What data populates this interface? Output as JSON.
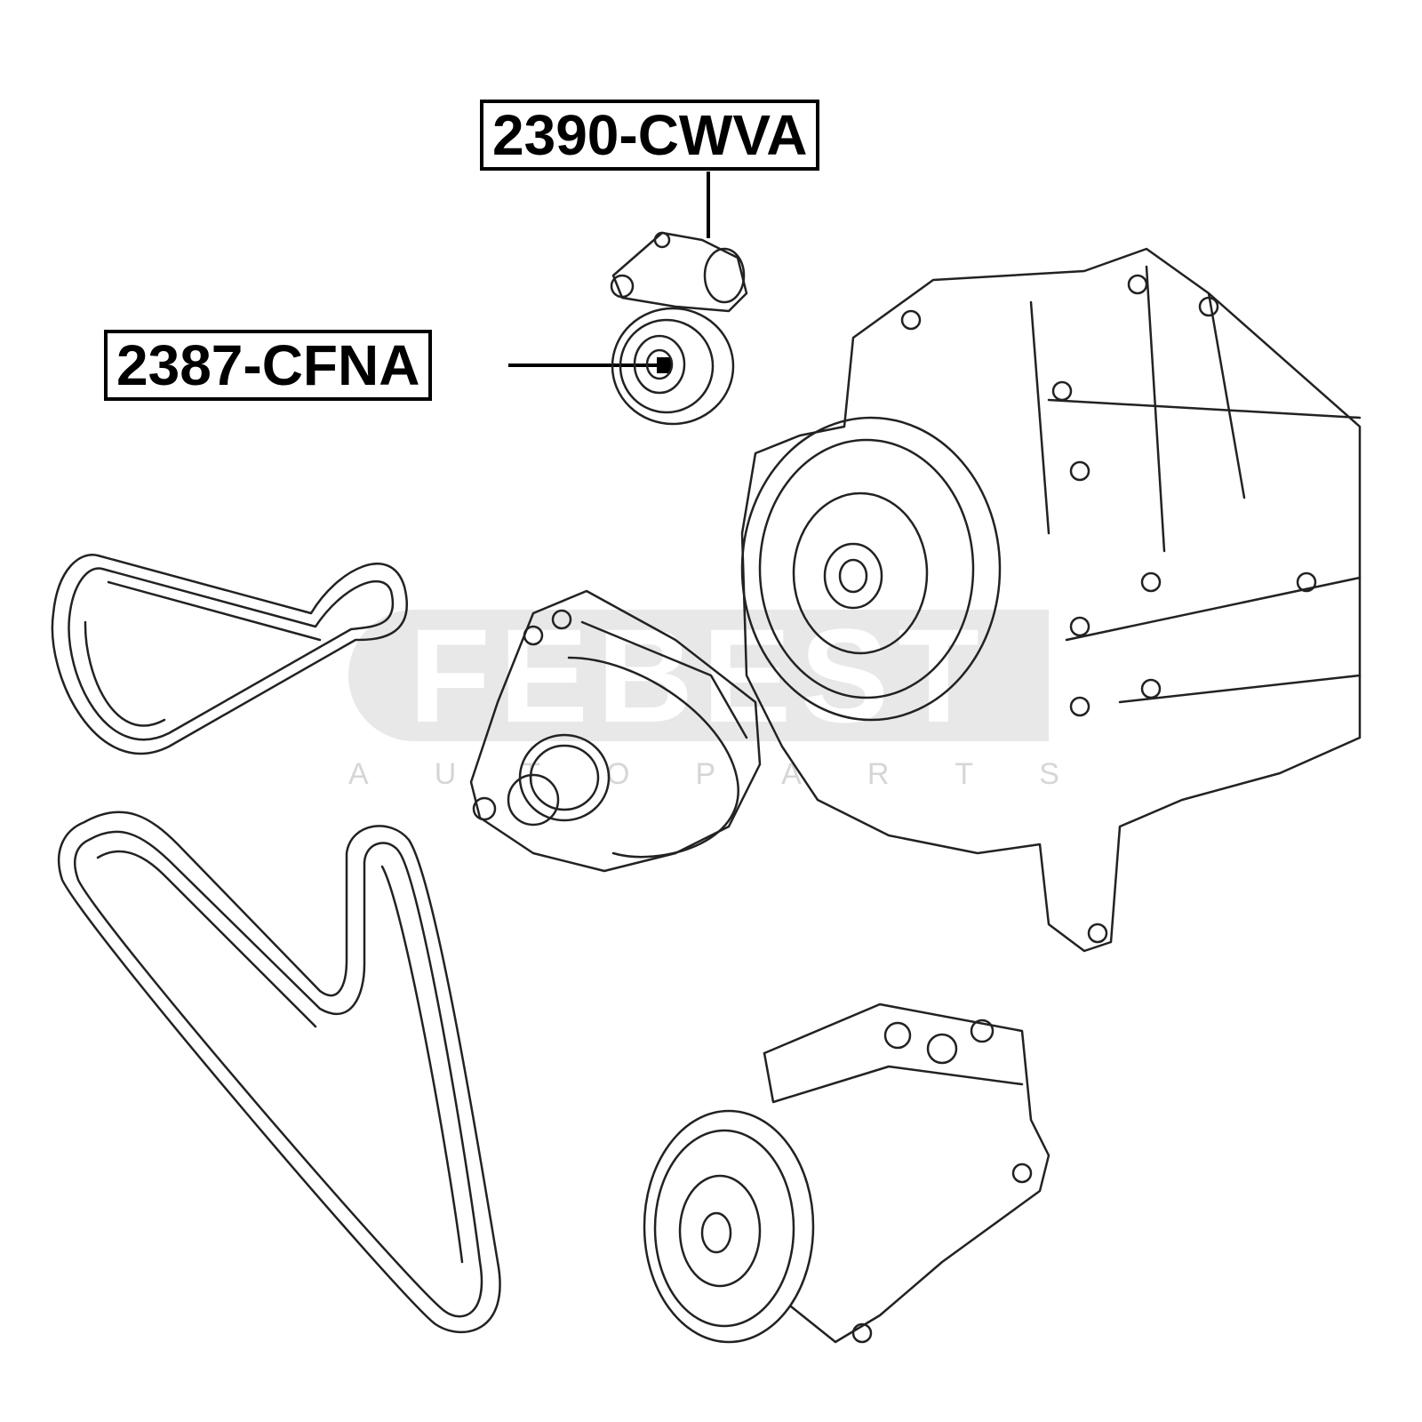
{
  "parts": [
    {
      "part_number": "2390-CWVA"
    },
    {
      "part_number": "2387-CFNA"
    }
  ],
  "watermark": {
    "brand": "FEBEST",
    "tagline_letters": [
      "A",
      "U",
      "T",
      "O",
      "P",
      "A",
      "R",
      "T",
      "S"
    ]
  }
}
